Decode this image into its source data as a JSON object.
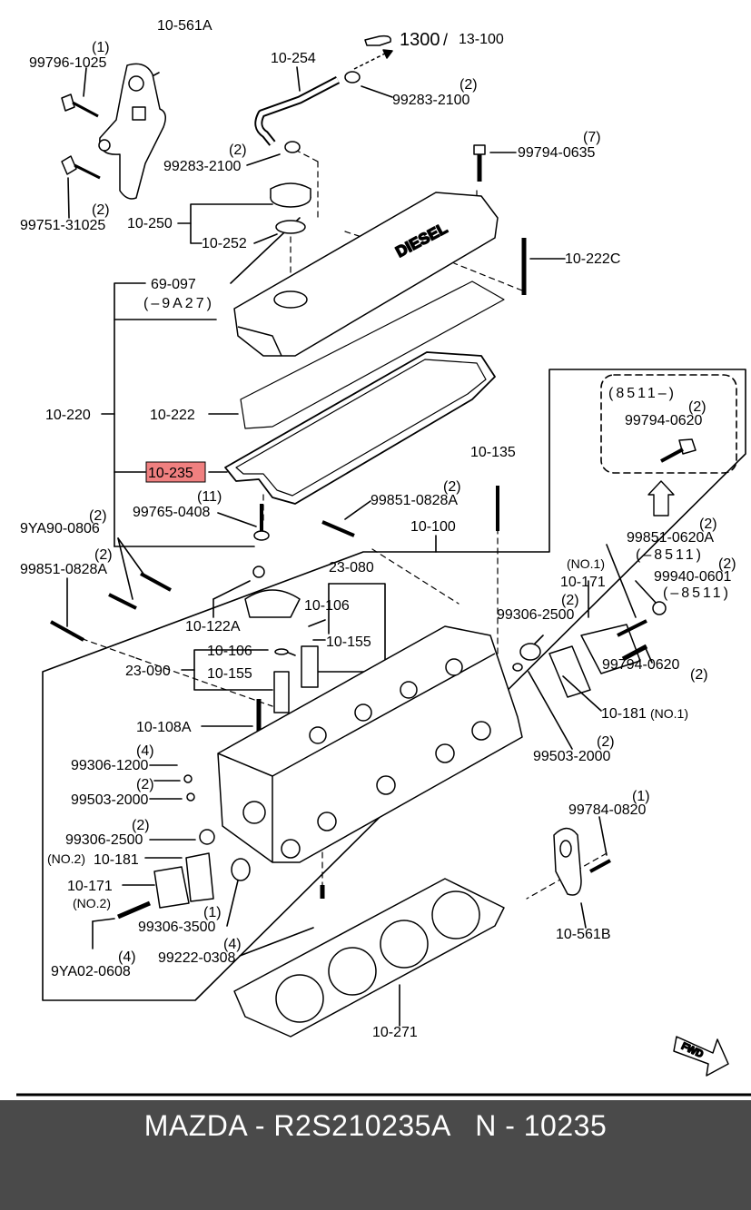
{
  "labels": {
    "l_10561a": "10-561A",
    "l_99796_q": "(1)",
    "l_99796": "99796-1025",
    "l_99751_q": "(2)",
    "l_99751": "99751-31025",
    "l_1300": "1300",
    "l_13100": "13-100",
    "l_10254": "10-254",
    "l_99283a_q": "(2)",
    "l_99283a": "99283-2100",
    "l_99283b_q": "(2)",
    "l_99283b": "99283-2100",
    "l_99794a_q": "(7)",
    "l_99794a": "99794-0635",
    "l_10250": "10-250",
    "l_10252": "10-252",
    "l_10222c": "10-222C",
    "l_69097": "69-097",
    "l_69097_range": "(–9A27)",
    "l_10220": "10-220",
    "l_10222": "10-222",
    "l_10235": "10-235",
    "l_99765_q": "(11)",
    "l_99765": "99765-0408",
    "l_8511_range": "(8511–)",
    "l_99794b_q": "(2)",
    "l_99794b": "99794-0620",
    "l_10135": "10-135",
    "l_99851a_q": "(2)",
    "l_99851a": "99851-0828A",
    "l_9ya90_q": "(2)",
    "l_9ya90": "9YA90-0806",
    "l_99851b_q": "(2)",
    "l_99851b": "99851-0828A",
    "l_10100": "10-100",
    "l_23080": "23-080",
    "l_10106a": "10-106",
    "l_10122a": "10-122A",
    "l_10155a": "10-155",
    "l_10106b": "10-106",
    "l_23090": "23-090",
    "l_10155b": "10-155",
    "l_99851c_q": "(2)",
    "l_99851c": "99851-0620A",
    "l_99851c_range": "(–8511)",
    "l_no1": "(NO.1)",
    "l_10171a": "10-171",
    "l_99306a_q": "(2)",
    "l_99306a": "99306-2500",
    "l_99940_q": "(2)",
    "l_99940": "99940-0601",
    "l_99940_range": "(–8511)",
    "l_99794c": "99794-0620",
    "l_99794c_q": "(2)",
    "l_10181a": "10-181",
    "l_10181a_no": "(NO.1)",
    "l_99503a_q": "(2)",
    "l_99503a": "99503-2000",
    "l_10108a": "10-108A",
    "l_99306b_q": "(4)",
    "l_99306b": "99306-1200",
    "l_99503b_q": "(2)",
    "l_99503b": "99503-2000",
    "l_99306c_q": "(2)",
    "l_99306c": "99306-2500",
    "l_10181b_no": "(NO.2)",
    "l_10181b": "10-181",
    "l_10171b": "10-171",
    "l_10171b_no": "(NO.2)",
    "l_99306d_q": "(1)",
    "l_99306d": "99306-3500",
    "l_9ya02": "9YA02-0608",
    "l_9ya02_q": "(4)",
    "l_99222_q": "(4)",
    "l_99222": "99222-0308",
    "l_99784_q": "(1)",
    "l_99784": "99784-0820",
    "l_10561b": "10-561B",
    "l_10271": "10-271",
    "l_diesel": "DIESEL",
    "l_fwd": "FWD"
  },
  "highlight": {
    "part": "10-235",
    "color": "#f08080"
  },
  "caption": "MAZDA - R2S210235A   N - 10235"
}
